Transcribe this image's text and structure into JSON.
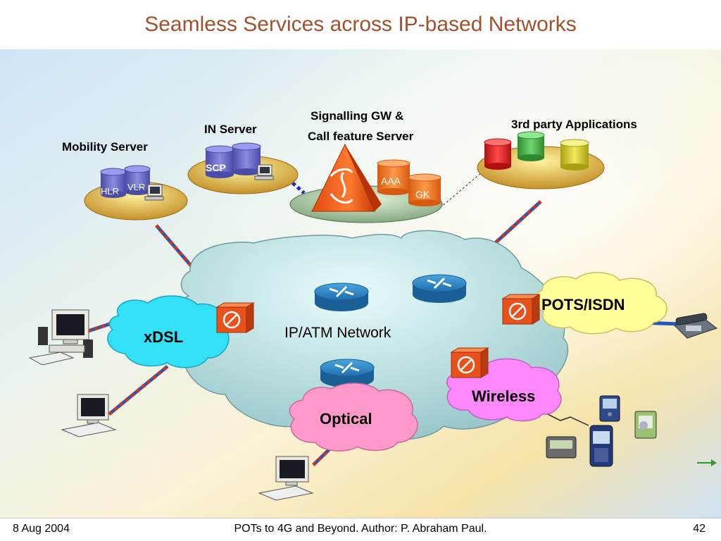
{
  "slide": {
    "title": "Seamless Services across IP-based Networks"
  },
  "servers": {
    "mobility": {
      "label": "Mobility Server",
      "hlr": "HLR",
      "vlr": "VLR"
    },
    "in_server": {
      "label": "IN Server",
      "scp": "SCP"
    },
    "signalling": {
      "label_line1": "Signalling GW &",
      "label_line2": "Call feature Server",
      "aaa": "AAA",
      "gk": "GK"
    },
    "third_party": {
      "label": "3rd party Applications"
    }
  },
  "clouds": {
    "core": "IP/ATM Network",
    "xdsl": "xDSL",
    "pots": "POTS/ISDN",
    "wireless": "Wireless",
    "optical": "Optical"
  },
  "colors": {
    "title": "#a0522d",
    "core_cloud": "#a9d3d3",
    "xdsl_cloud": "#33e0f5",
    "pots_cloud": "#ffff99",
    "wireless_cloud": "#ff88ff",
    "optical_cloud": "#ff99cc",
    "link": "#3355aa",
    "link_red": "#c0392b"
  },
  "footer": {
    "date": "8 Aug 2004",
    "center": "POTs to 4G and Beyond. Author: P. Abraham Paul.",
    "page": "42"
  }
}
